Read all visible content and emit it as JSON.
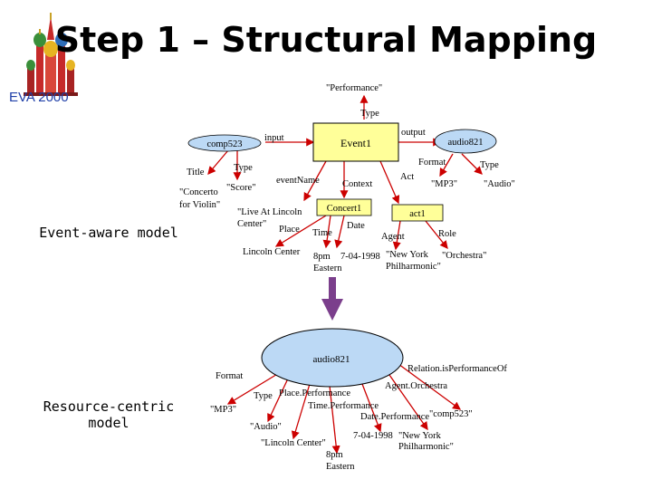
{
  "title": "Step 1 – Structural Mapping",
  "logo_text": "EVA 2000",
  "side_labels": {
    "event_aware": "Event-aware model",
    "resource_centric_1": "Resource-centric",
    "resource_centric_2": "model"
  },
  "event_model": {
    "event_node": "Event1",
    "comp_node": "comp523",
    "audio_node": "audio821",
    "concert_node": "Concert1",
    "act_node": "act1",
    "input_label": "input",
    "output_label": "output",
    "title_label": "Title",
    "type_label_comp": "Type",
    "concerto_1": "\"Concerto",
    "concerto_2": "for Violin\"",
    "score": "\"Score\"",
    "performance": "\"Performance\"",
    "type_label_event": "Type",
    "event_name_label": "eventName",
    "live_1": "\"Live At Lincoln",
    "live_2": "Center\"",
    "context_label": "Context",
    "place_label": "Place",
    "time_label": "Time",
    "date_label": "Date",
    "lincoln_center": "Lincoln Center",
    "time_1": "8pm",
    "time_2": "Eastern",
    "date_value": "7-04-1998",
    "act_label": "Act",
    "agent_label": "Agent",
    "role_label": "Role",
    "ny_1": "\"New York",
    "ny_2": "Philharmonic\"",
    "orchestra": "\"Orchestra\"",
    "format_label": "Format",
    "type_label_audio": "Type",
    "mp3": "\"MP3\"",
    "audio_value": "\"Audio\""
  },
  "resource_model": {
    "audio_node": "audio821",
    "format_label": "Format",
    "mp3": "\"MP3\"",
    "type_label": "Type",
    "audio_value": "\"Audio\"",
    "place_perf": "Place.Performance",
    "lincoln": "\"Lincoln Center\"",
    "time_perf": "Time.Performance",
    "time_1": "8pm",
    "time_2": "Eastern",
    "date_perf": "Date.Performance",
    "date_value": "7-04-1998",
    "agent_orch": "Agent.Orchestra",
    "ny_1": "\"New York",
    "ny_2": "Philharmonic\"",
    "relation": "Relation.isPerformanceOf",
    "comp_value": "\"comp523\""
  },
  "colors": {
    "event_fill": "#ffff99",
    "ellipse_fill": "#bcd9f5",
    "arrow": "#cc0000",
    "mapping_arrow": "#7b3f8c",
    "logo_text": "#1f3fa8"
  },
  "icons": {
    "logo": "kremlin-icon"
  }
}
